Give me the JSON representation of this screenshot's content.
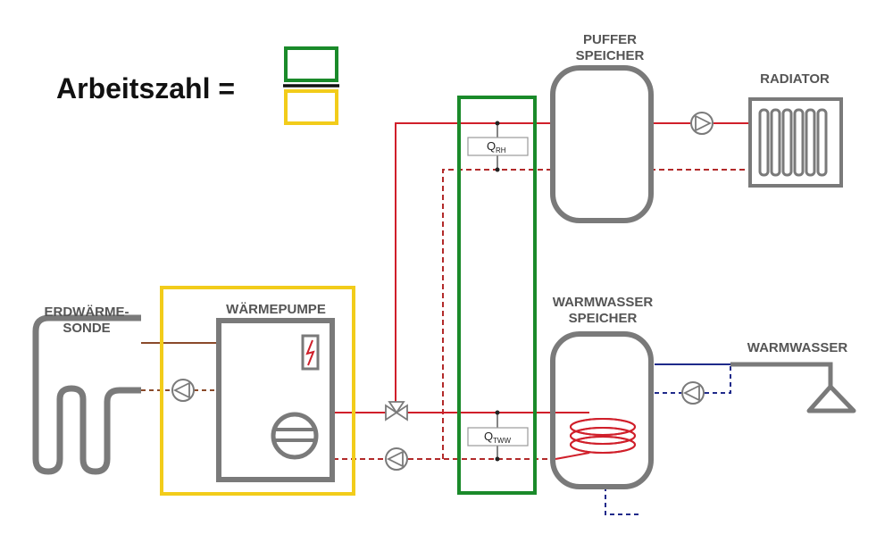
{
  "formula": {
    "text": "Arbeitszahl =",
    "numerator_color": "#1a8a2a",
    "denominator_color": "#f2cc1a"
  },
  "labels": {
    "puffer_line1": "PUFFER",
    "puffer_line2": "SPEICHER",
    "radiator": "RADIATOR",
    "erdwaerme_line1": "ERDWÄRME-",
    "erdwaerme_line2": "SONDE",
    "waermepumpe": "WÄRMEPUMPE",
    "warmwasser_speicher_line1": "WARMWASSER",
    "warmwasser_speicher_line2": "SPEICHER",
    "warmwasser": "WARMWASSER"
  },
  "meters": {
    "rh": {
      "main": "Q",
      "sub": "RH"
    },
    "tww": {
      "main": "Q",
      "sub": "TWW"
    }
  },
  "colors": {
    "heating_supply": "#d01f2a",
    "heating_return": "#b22a2a",
    "ground_loop": "#8a4a2a",
    "cold_water": "#1f2a8a",
    "component_gray": "#7a7a7a",
    "system_boundary_heat": "#1a8a2a",
    "system_boundary_pump": "#f2cc1a"
  },
  "icons": [
    "pump-icon",
    "three-way-valve-icon",
    "compressor-icon",
    "electric-icon",
    "shower-head-icon",
    "heating-coil-icon",
    "radiator-icon"
  ]
}
